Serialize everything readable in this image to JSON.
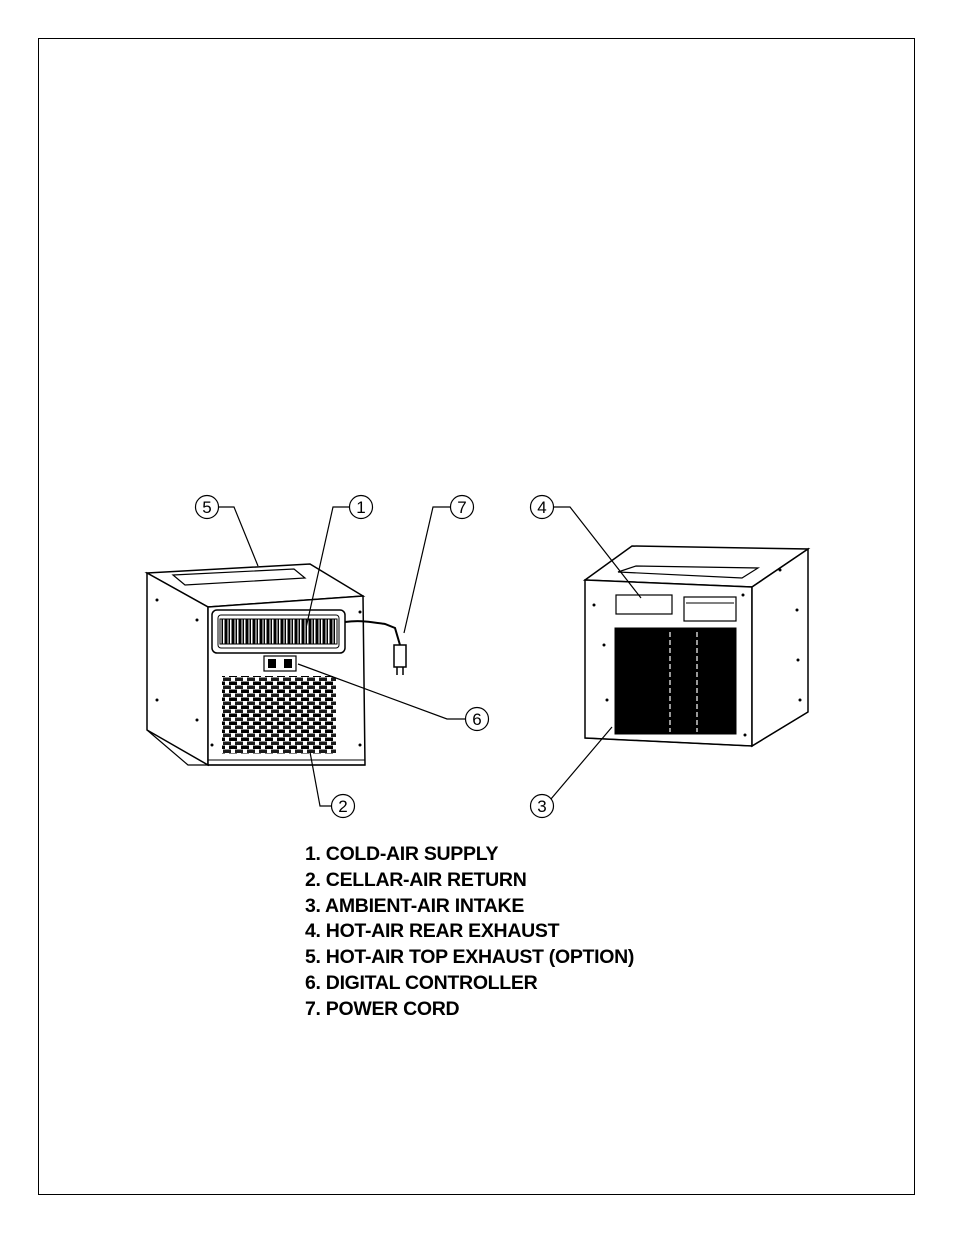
{
  "callouts": [
    "5",
    "1",
    "7",
    "4",
    "6",
    "2",
    "3"
  ],
  "legend": [
    "1. COLD-AIR SUPPLY",
    "2. CELLAR-AIR RETURN",
    "3. AMBIENT-AIR INTAKE",
    "4. HOT-AIR REAR EXHAUST",
    "5. HOT-AIR TOP EXHAUST (OPTION)",
    "6. DIGITAL CONTROLLER",
    "7. POWER CORD"
  ],
  "colors": {
    "line": "#000000",
    "background": "#ffffff"
  }
}
